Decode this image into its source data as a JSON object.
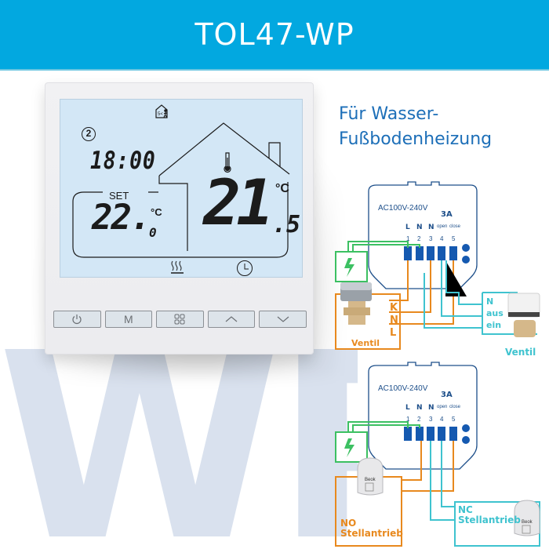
{
  "banner": {
    "title": "TOL47-WP",
    "background_color": "#02a8e0"
  },
  "watermark": {
    "text": "WP",
    "color": "#d9e1ee"
  },
  "thermostat": {
    "top_icon": "house-away-icon",
    "top_icon_text": "5<",
    "program_number": "2",
    "clock_time": "18:00",
    "set_label": "SET",
    "set_temperature": "22.",
    "set_temperature_decimal": "0",
    "set_unit": "°C",
    "room_temperature": "21",
    "room_temperature_decimal": ".5",
    "room_unit": "°C",
    "status_icons": [
      "heating-icon",
      "clock-icon",
      "thermometer-icon"
    ],
    "lcd_color": "#d3e7f6",
    "buttons": [
      {
        "id": "power",
        "label": "⏻",
        "icon": "power-icon"
      },
      {
        "id": "mode",
        "label": "M",
        "icon": "mode-icon"
      },
      {
        "id": "menu",
        "label": "⊞",
        "icon": "grid-menu-icon"
      },
      {
        "id": "up",
        "label": "︿",
        "icon": "chevron-up-icon"
      },
      {
        "id": "down",
        "label": "﹀",
        "icon": "chevron-down-icon"
      }
    ]
  },
  "heading": {
    "line1": "Für Wasser-",
    "line2": "Fußbodenheizung",
    "color": "#1d6fb8"
  },
  "diagrams": [
    {
      "supply": "AC100V-240V",
      "current": "3A",
      "terminal_labels": [
        "L",
        "N",
        "N",
        "open",
        "close"
      ],
      "terminal_numbers": [
        "1",
        "2",
        "3",
        "4",
        "5"
      ],
      "left_device": {
        "label": "Ventil",
        "pins": [
          "K",
          "N",
          "L"
        ],
        "color": "#e8891e"
      },
      "right_device": {
        "label": "Ventil",
        "pins": [
          "N",
          "aus",
          "ein"
        ],
        "color": "#3fc3cf"
      }
    },
    {
      "supply": "AC100V-240V",
      "current": "3A",
      "terminal_labels": [
        "L",
        "N",
        "N",
        "open",
        "close"
      ],
      "terminal_numbers": [
        "1",
        "2",
        "3",
        "4",
        "5"
      ],
      "left_device": {
        "label_line1": "NO",
        "label_line2": "Stellantrieb",
        "color": "#e8891e",
        "brand": "Beok"
      },
      "right_device": {
        "label_line1": "NC",
        "label_line2": "Stellantrieb",
        "color": "#3fc3cf",
        "brand": "Beok"
      }
    }
  ],
  "colors": {
    "orange_wire": "#e8891e",
    "cyan_wire": "#3fc3cf",
    "green_power": "#3cc062",
    "terminal_blue": "#1559b0",
    "outline_blue": "#1d4f8a"
  }
}
